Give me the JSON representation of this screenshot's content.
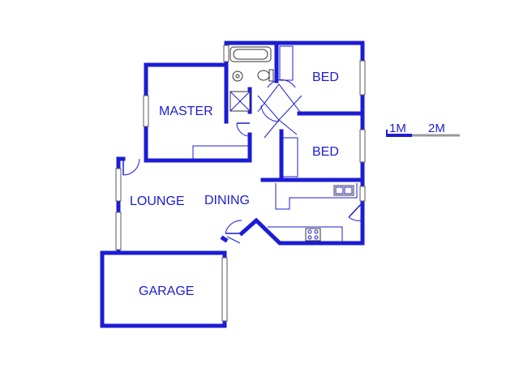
{
  "rooms": {
    "master": "MASTER",
    "bed1": "BED",
    "bed2": "BED",
    "lounge": "LOUNGE",
    "dining": "DINING",
    "garage": "GARAGE"
  },
  "scale": {
    "label_1": "1M",
    "label_2": "2M"
  },
  "colors": {
    "walls": "#1c1cd4",
    "scale_bar_second_segment": "#999999"
  }
}
